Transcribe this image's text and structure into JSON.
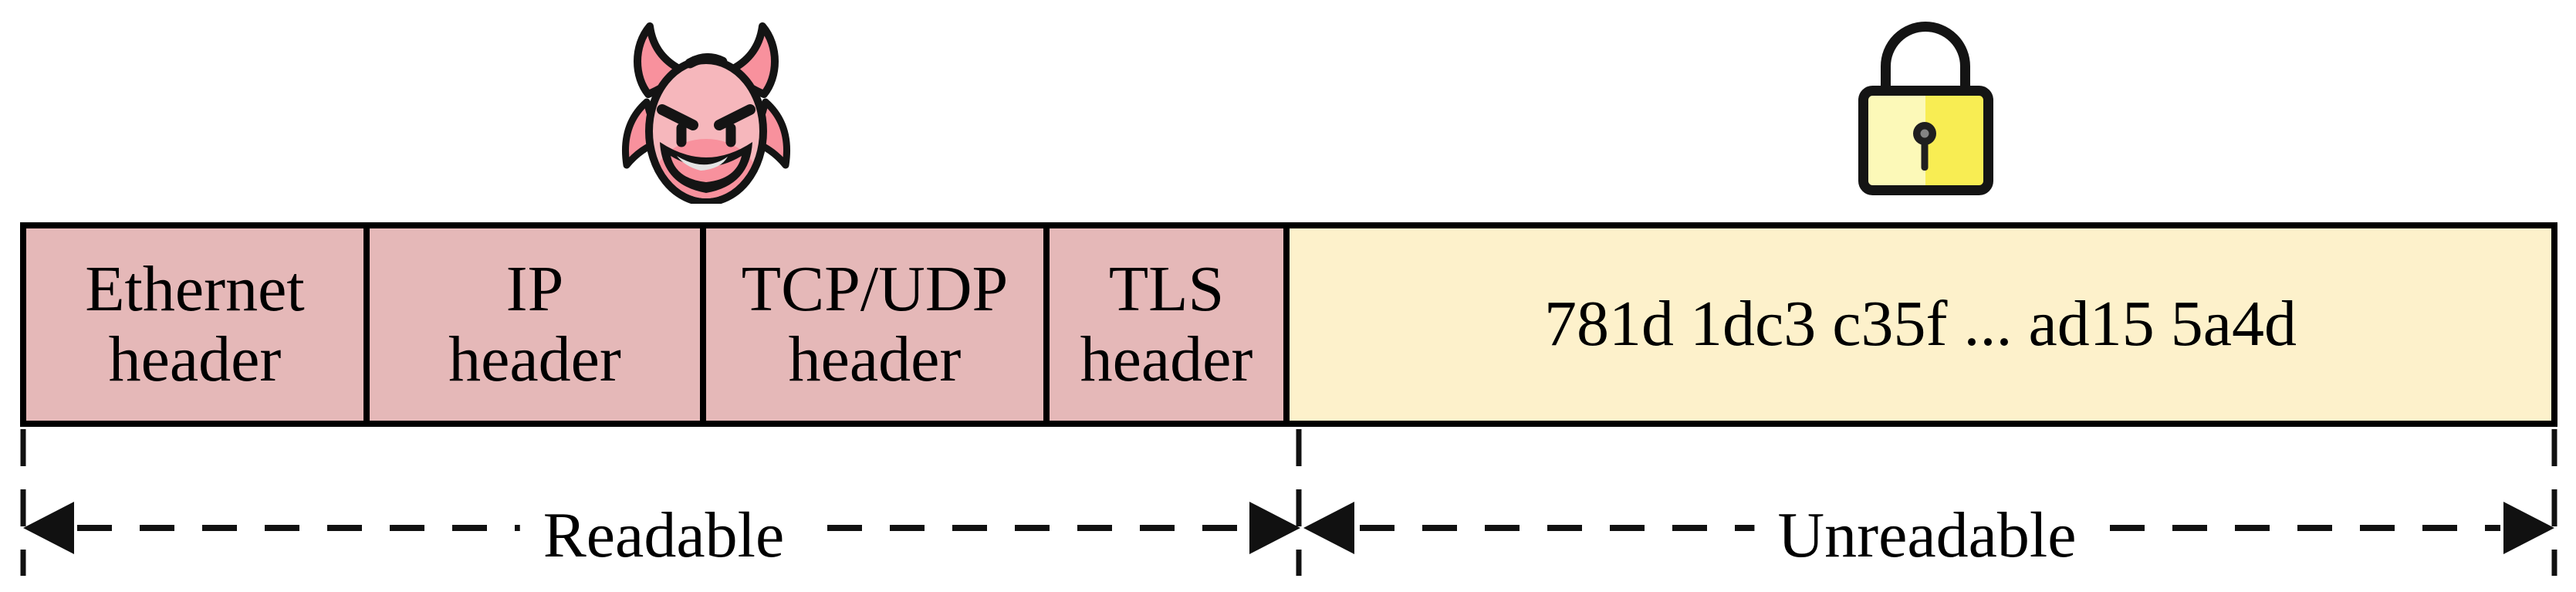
{
  "packet": {
    "headers": [
      {
        "line1": "Ethernet",
        "line2": "header"
      },
      {
        "line1": "IP",
        "line2": "header"
      },
      {
        "line1": "TCP/UDP",
        "line2": "header"
      },
      {
        "line1": "TLS",
        "line2": "header"
      }
    ],
    "payload_text": "781d 1dc3 c35f ... ad15 5a4d"
  },
  "ranges": {
    "readable_label": "Readable",
    "unreadable_label": "Unreadable"
  },
  "icons": {
    "attacker": "devil-face-icon",
    "encrypted": "padlock-icon"
  },
  "colors": {
    "header_fill": "#e5b8b8",
    "payload_fill": "#fdf1cb",
    "outline": "#000000",
    "devil_skin": "#f6b7bc",
    "devil_accent": "#f8919d",
    "teeth": "#e3e3e3",
    "lock_body_left": "#fcf9b8",
    "lock_body_right": "#f8ed53"
  }
}
